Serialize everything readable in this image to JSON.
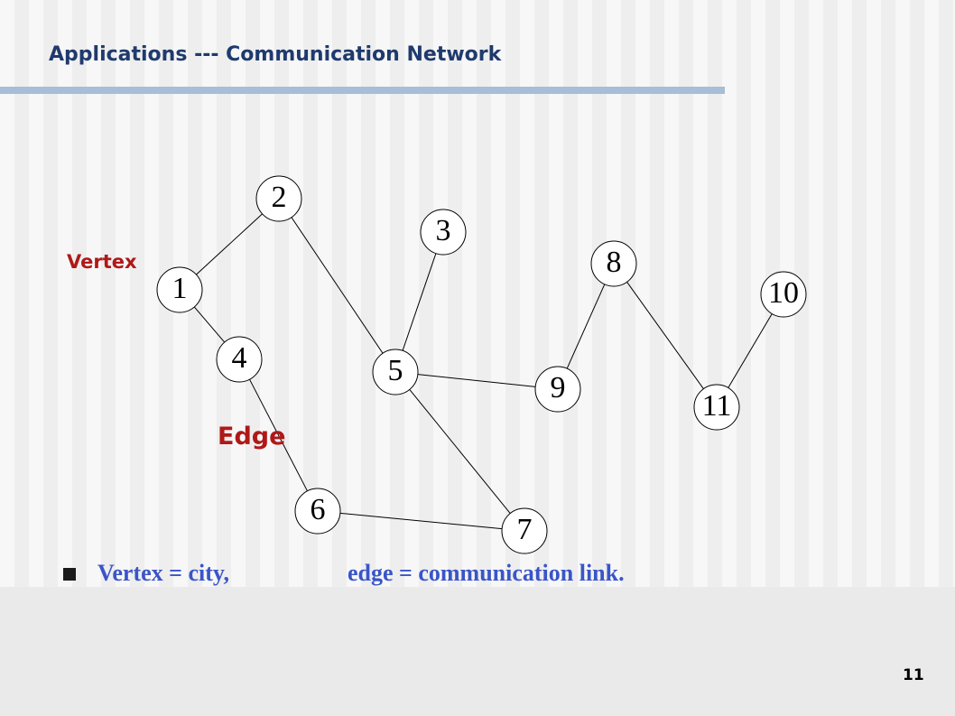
{
  "slide": {
    "title": "Applications --- Communication Network",
    "page_number": "11"
  },
  "callouts": {
    "vertex": "Vertex",
    "edge": "Edge"
  },
  "bullet": {
    "part1": "Vertex = city,",
    "part2": "edge = communication link."
  },
  "graph": {
    "nodes": [
      "1",
      "2",
      "3",
      "4",
      "5",
      "6",
      "7",
      "8",
      "9",
      "10",
      "11"
    ],
    "edges": [
      [
        "1",
        "2"
      ],
      [
        "1",
        "4"
      ],
      [
        "2",
        "5"
      ],
      [
        "3",
        "5"
      ],
      [
        "4",
        "6"
      ],
      [
        "5",
        "9"
      ],
      [
        "5",
        "7"
      ],
      [
        "6",
        "7"
      ],
      [
        "8",
        "9"
      ],
      [
        "8",
        "11"
      ],
      [
        "10",
        "11"
      ]
    ]
  },
  "colors": {
    "title": "#1f3a6e",
    "title_bar": "#a8bdd6",
    "callout": "#b01818",
    "bullet_text": "#3a55c8"
  }
}
